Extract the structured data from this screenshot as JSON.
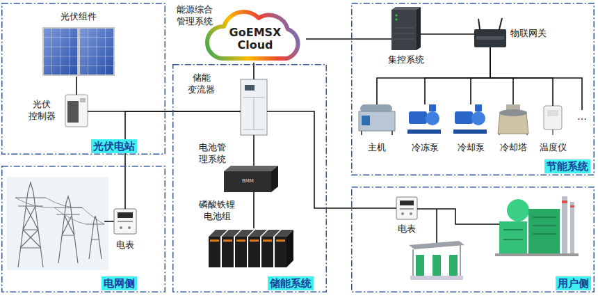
{
  "diagram": {
    "nodes": [
      {
        "text": [
          "光伏电站"
        ]
      },
      {
        "text": [
          "光伏组件"
        ],
        "in": 0
      },
      {
        "text": [
          "光伏 控制器"
        ],
        "in": 0
      },
      {
        "text": [
          "电网侧"
        ]
      },
      {
        "text": [
          "电表"
        ],
        "in": 3
      },
      {
        "text": [
          "能源综合 管理系统",
          "GoEMSX Cloud"
        ]
      },
      {
        "text": [
          "储能系统"
        ]
      },
      {
        "text": [
          "储能 变流器"
        ],
        "in": 6
      },
      {
        "text": [
          "电池管 理系统"
        ],
        "in": 6
      },
      {
        "text": [
          "磷酸铁锂 电池组"
        ],
        "in": 6
      },
      {
        "text": [
          "节能系统"
        ]
      },
      {
        "text": [
          "集控系统"
        ],
        "in": 10
      },
      {
        "text": [
          "物联网关"
        ],
        "in": 10
      },
      {
        "text": [
          "主机"
        ],
        "in": 10
      },
      {
        "text": [
          "冷冻泵"
        ],
        "in": 10
      },
      {
        "text": [
          "冷却泵"
        ],
        "in": 10
      },
      {
        "text": [
          "冷却塔"
        ],
        "in": 10
      },
      {
        "text": [
          "温度仪"
        ],
        "in": 10
      },
      {
        "text": [
          "…"
        ],
        "in": 10
      },
      {
        "text": [
          "用户侧"
        ]
      },
      {
        "text": [
          "电表"
        ],
        "in": 19
      }
    ],
    "edges": [
      {
        "from": 1,
        "to": 2,
        "arrow": "none"
      },
      {
        "from": 2,
        "to": 7,
        "arrow": "none"
      },
      {
        "from": 4,
        "to": 7,
        "arrow": "none"
      },
      {
        "from": 5,
        "to": 7,
        "arrow": "none"
      },
      {
        "from": 5,
        "to": 11,
        "arrow": "none"
      },
      {
        "from": 11,
        "to": 12,
        "arrow": "none"
      },
      {
        "from": 12,
        "to": 13,
        "arrow": "none"
      },
      {
        "from": 12,
        "to": 14,
        "arrow": "none"
      },
      {
        "from": 12,
        "to": 15,
        "arrow": "none"
      },
      {
        "from": 12,
        "to": 16,
        "arrow": "none"
      },
      {
        "from": 12,
        "to": 17,
        "arrow": "none"
      },
      {
        "from": 12,
        "to": 18,
        "arrow": "none"
      },
      {
        "from": 7,
        "to": 8,
        "arrow": "none"
      },
      {
        "from": 8,
        "to": 9,
        "arrow": "none"
      },
      {
        "from": 7,
        "to": 20,
        "arrow": "none"
      }
    ],
    "labels": [
      "BMM"
    ]
  }
}
